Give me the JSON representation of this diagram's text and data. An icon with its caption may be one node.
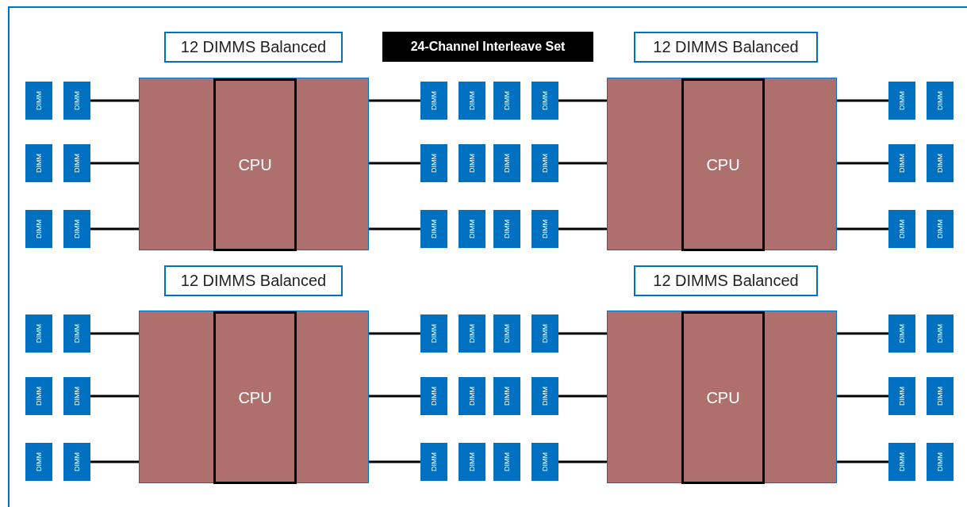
{
  "diagram": {
    "nodes": [
      {
        "text": [
          "12 DIMMS Balanced"
        ]
      },
      {
        "text": [
          "24-Channel Interleave Set"
        ]
      },
      {
        "text": [
          "12 DIMMS Balanced"
        ]
      },
      {
        "text": [
          "12 DIMMS Balanced"
        ]
      },
      {
        "text": [
          "12 DIMMS Balanced"
        ]
      },
      {
        "text": [],
        "shape": "box"
      },
      {
        "text": [
          "CPU"
        ],
        "in": 5
      },
      {
        "text": [
          "DIMM"
        ]
      },
      {
        "text": [
          "DIMM"
        ]
      },
      {
        "text": [
          "DIMM"
        ]
      },
      {
        "text": [
          "DIMM"
        ]
      },
      {
        "text": [
          "DIMM"
        ]
      },
      {
        "text": [
          "DIMM"
        ]
      },
      {
        "text": [
          "DIMM"
        ]
      },
      {
        "text": [
          "DIMM"
        ]
      },
      {
        "text": [
          "DIMM"
        ]
      },
      {
        "text": [
          "DIMM"
        ]
      },
      {
        "text": [
          "DIMM"
        ]
      },
      {
        "text": [
          "DIMM"
        ]
      },
      {
        "text": [],
        "shape": "box"
      },
      {
        "text": [
          "CPU"
        ],
        "in": 19
      },
      {
        "text": [
          "DIMM"
        ]
      },
      {
        "text": [
          "DIMM"
        ]
      },
      {
        "text": [
          "DIMM"
        ]
      },
      {
        "text": [
          "DIMM"
        ]
      },
      {
        "text": [
          "DIMM"
        ]
      },
      {
        "text": [
          "DIMM"
        ]
      },
      {
        "text": [
          "DIMM"
        ]
      },
      {
        "text": [
          "DIMM"
        ]
      },
      {
        "text": [
          "DIMM"
        ]
      },
      {
        "text": [
          "DIMM"
        ]
      },
      {
        "text": [
          "DIMM"
        ]
      },
      {
        "text": [
          "DIMM"
        ]
      },
      {
        "text": [],
        "shape": "box"
      },
      {
        "text": [
          "CPU"
        ],
        "in": 33
      },
      {
        "text": [
          "DIMM"
        ]
      },
      {
        "text": [
          "DIMM"
        ]
      },
      {
        "text": [
          "DIMM"
        ]
      },
      {
        "text": [
          "DIMM"
        ]
      },
      {
        "text": [
          "DIMM"
        ]
      },
      {
        "text": [
          "DIMM"
        ]
      },
      {
        "text": [
          "DIMM"
        ]
      },
      {
        "text": [
          "DIMM"
        ]
      },
      {
        "text": [
          "DIMM"
        ]
      },
      {
        "text": [
          "DIMM"
        ]
      },
      {
        "text": [
          "DIMM"
        ]
      },
      {
        "text": [
          "DIMM"
        ]
      },
      {
        "text": [],
        "shape": "box"
      },
      {
        "text": [
          "CPU"
        ],
        "in": 47
      },
      {
        "text": [
          "DIMM"
        ]
      },
      {
        "text": [
          "DIMM"
        ]
      },
      {
        "text": [
          "DIMM"
        ]
      },
      {
        "text": [
          "DIMM"
        ]
      },
      {
        "text": [
          "DIMM"
        ]
      },
      {
        "text": [
          "DIMM"
        ]
      },
      {
        "text": [
          "DIMM"
        ]
      },
      {
        "text": [
          "DIMM"
        ]
      },
      {
        "text": [
          "DIMM"
        ]
      },
      {
        "text": [
          "DIMM"
        ]
      },
      {
        "text": [
          "DIMM"
        ]
      },
      {
        "text": [
          "DIMM"
        ]
      }
    ],
    "edges": [
      {
        "from": 5,
        "to": 8,
        "arrow": "none"
      },
      {
        "from": 5,
        "to": 10,
        "arrow": "none"
      },
      {
        "from": 5,
        "to": 12,
        "arrow": "none"
      },
      {
        "from": 5,
        "to": 13,
        "arrow": "none"
      },
      {
        "from": 5,
        "to": 15,
        "arrow": "none"
      },
      {
        "from": 5,
        "to": 17,
        "arrow": "none"
      },
      {
        "from": 19,
        "to": 22,
        "arrow": "none"
      },
      {
        "from": 19,
        "to": 24,
        "arrow": "none"
      },
      {
        "from": 19,
        "to": 26,
        "arrow": "none"
      },
      {
        "from": 19,
        "to": 27,
        "arrow": "none"
      },
      {
        "from": 19,
        "to": 29,
        "arrow": "none"
      },
      {
        "from": 19,
        "to": 31,
        "arrow": "none"
      },
      {
        "from": 33,
        "to": 36,
        "arrow": "none"
      },
      {
        "from": 33,
        "to": 38,
        "arrow": "none"
      },
      {
        "from": 33,
        "to": 40,
        "arrow": "none"
      },
      {
        "from": 33,
        "to": 41,
        "arrow": "none"
      },
      {
        "from": 33,
        "to": 43,
        "arrow": "none"
      },
      {
        "from": 33,
        "to": 45,
        "arrow": "none"
      },
      {
        "from": 47,
        "to": 50,
        "arrow": "none"
      },
      {
        "from": 47,
        "to": 52,
        "arrow": "none"
      },
      {
        "from": 47,
        "to": 54,
        "arrow": "none"
      },
      {
        "from": 47,
        "to": 55,
        "arrow": "none"
      },
      {
        "from": 47,
        "to": 57,
        "arrow": "none"
      },
      {
        "from": 47,
        "to": 59,
        "arrow": "none"
      }
    ]
  }
}
